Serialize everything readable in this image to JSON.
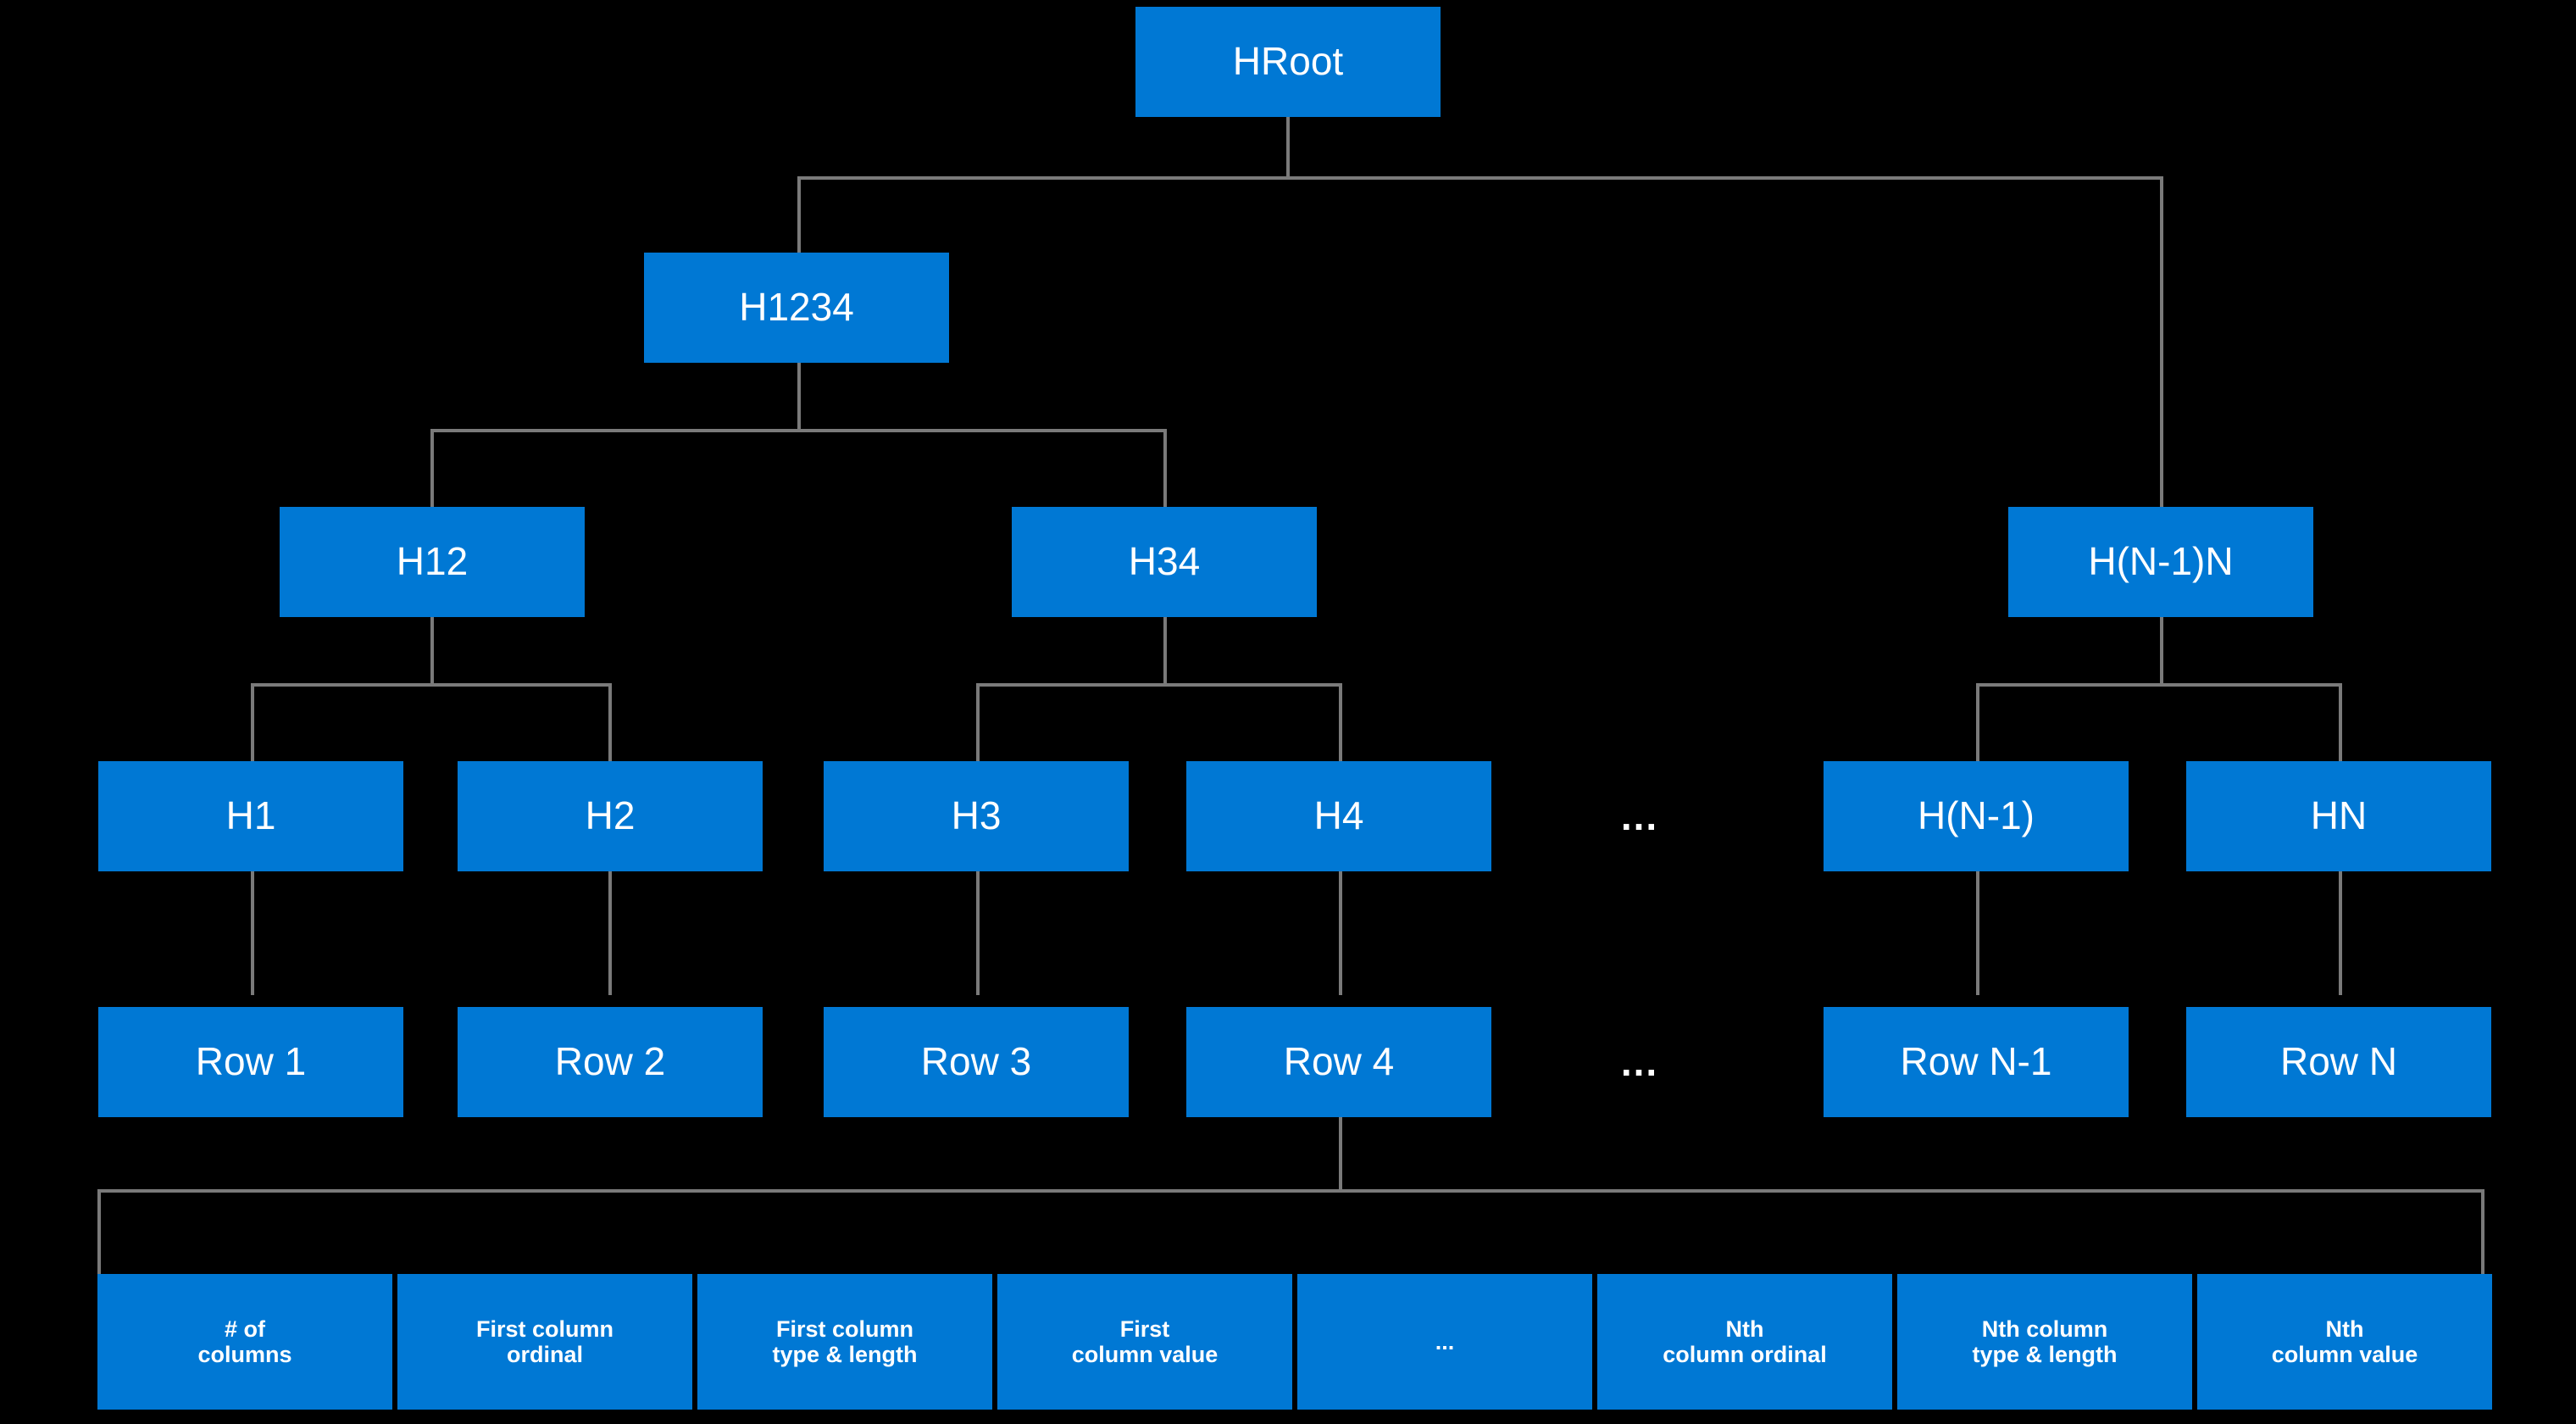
{
  "diagram": {
    "title": "Hierarchical row-group index tree",
    "background_color": "#000000",
    "node_color": "#0078D4",
    "node_text_color": "#FFFFFF",
    "connector_color": "#7A7A7A"
  },
  "levels": {
    "root": {
      "label": "HRoot"
    },
    "level2": [
      {
        "label": "H1234"
      }
    ],
    "level3": [
      {
        "label": "H12"
      },
      {
        "label": "H34"
      },
      {
        "label": "H(N-1)N"
      }
    ],
    "level4": [
      {
        "label": "H1"
      },
      {
        "label": "H2"
      },
      {
        "label": "H3"
      },
      {
        "label": "H4"
      },
      {
        "label": "H(N-1)"
      },
      {
        "label": "HN"
      }
    ],
    "level4_ellipsis": "...",
    "rows": [
      {
        "label": "Row 1"
      },
      {
        "label": "Row 2"
      },
      {
        "label": "Row 3"
      },
      {
        "label": "Row 4"
      },
      {
        "label": "Row N-1"
      },
      {
        "label": "Row N"
      }
    ],
    "rows_ellipsis": "...",
    "columns": [
      {
        "label": "# of\ncolumns"
      },
      {
        "label": "First column\nordinal"
      },
      {
        "label": "First column\ntype & length"
      },
      {
        "label": "First\ncolumn value"
      },
      {
        "label": "..."
      },
      {
        "label": "Nth\ncolumn ordinal"
      },
      {
        "label": "Nth column\ntype & length"
      },
      {
        "label": "Nth\ncolumn value"
      }
    ]
  }
}
